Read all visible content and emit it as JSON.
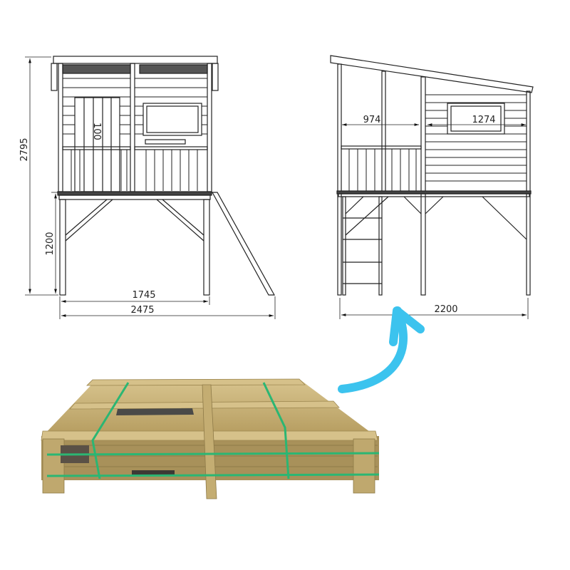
{
  "front_view": {
    "height_total": "2795",
    "height_platform": "1200",
    "width_base": "1745",
    "width_total": "2475",
    "door_label": "100"
  },
  "side_view": {
    "width_porch": "974",
    "width_house": "1274",
    "width_total": "2200"
  },
  "arrow": {
    "color": "#3cc3ee"
  },
  "crate": {
    "wood_color": "#c9b27a",
    "strap_color": "#2bb673"
  }
}
